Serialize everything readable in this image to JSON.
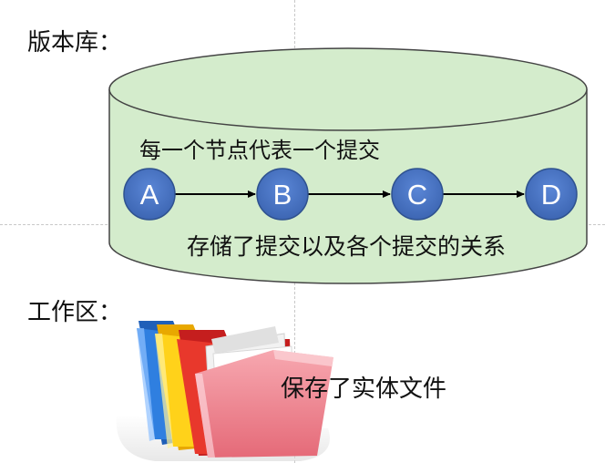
{
  "repository": {
    "label": "版本库：",
    "node_caption": "每一个节点代表一个提交",
    "storage_caption": "存储了提交以及各个提交的关系",
    "nodes": [
      "A",
      "B",
      "C",
      "D"
    ],
    "colors": {
      "cylinder_fill": "#d4eccc",
      "cylinder_stroke": "#444444",
      "node_fill": "#4472c4",
      "node_stroke": "#2f528f",
      "node_text": "#ffffff",
      "arrow": "#000000"
    }
  },
  "workspace": {
    "label": "工作区：",
    "caption": "保存了实体文件",
    "icon": "folders-icon"
  }
}
